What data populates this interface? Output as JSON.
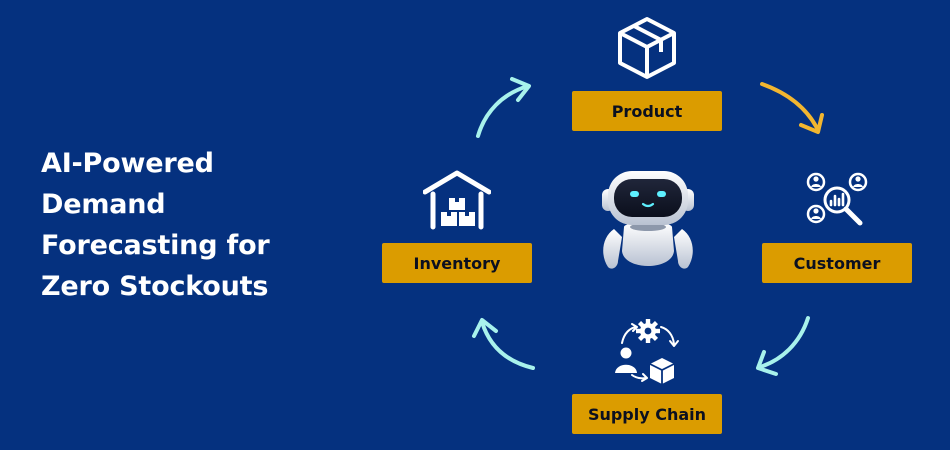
{
  "headline": {
    "line1": "AI-Powered",
    "line2": "Demand",
    "line3": "Forecasting for",
    "line4": "Zero Stockouts"
  },
  "nodes": {
    "product": "Product",
    "customer": "Customer",
    "supply_chain": "Supply Chain",
    "inventory": "Inventory"
  },
  "colors": {
    "background": "#05317f",
    "label_fill": "#db9c00",
    "arrow_cyan": "#a8f2ec",
    "arrow_gold": "#f2b630",
    "icon_white": "#ffffff"
  },
  "icons": {
    "product": "package-box-icon",
    "customer": "customer-analytics-icon",
    "supply_chain": "supply-chain-icon",
    "inventory": "warehouse-icon",
    "center": "robot-icon"
  }
}
